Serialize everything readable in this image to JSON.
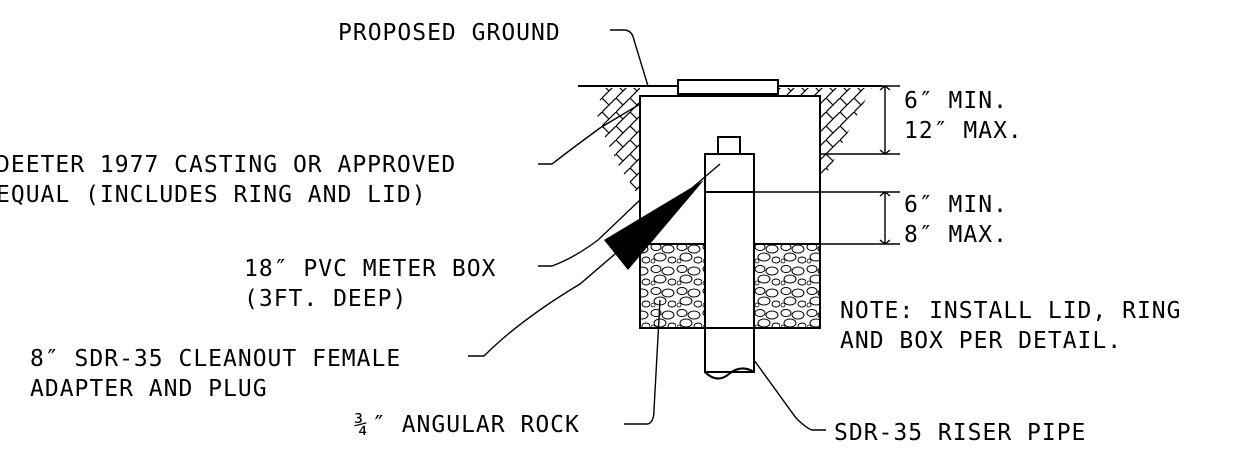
{
  "labels": {
    "proposed_ground": "PROPOSED GROUND",
    "casting_line1": "DEETER 1977 CASTING OR APPROVED",
    "casting_line2": "EQUAL (INCLUDES RING AND LID)",
    "meter_box_line1": "18″ PVC METER BOX",
    "meter_box_line2": "(3FT. DEEP)",
    "cleanout_line1": "8″ SDR-35 CLEANOUT FEMALE",
    "cleanout_line2": "ADAPTER AND PLUG",
    "rock_fraction": "¾",
    "rock_text": "″ ANGULAR ROCK",
    "riser_pipe": "SDR-35 RISER PIPE",
    "dim_top_line1": "6″ MIN.",
    "dim_top_line2": "12″ MAX.",
    "dim_mid_line1": "6″ MIN.",
    "dim_mid_line2": "8″ MAX.",
    "note_line1": "NOTE:  INSTALL LID, RING",
    "note_line2": "AND BOX PER DETAIL."
  }
}
